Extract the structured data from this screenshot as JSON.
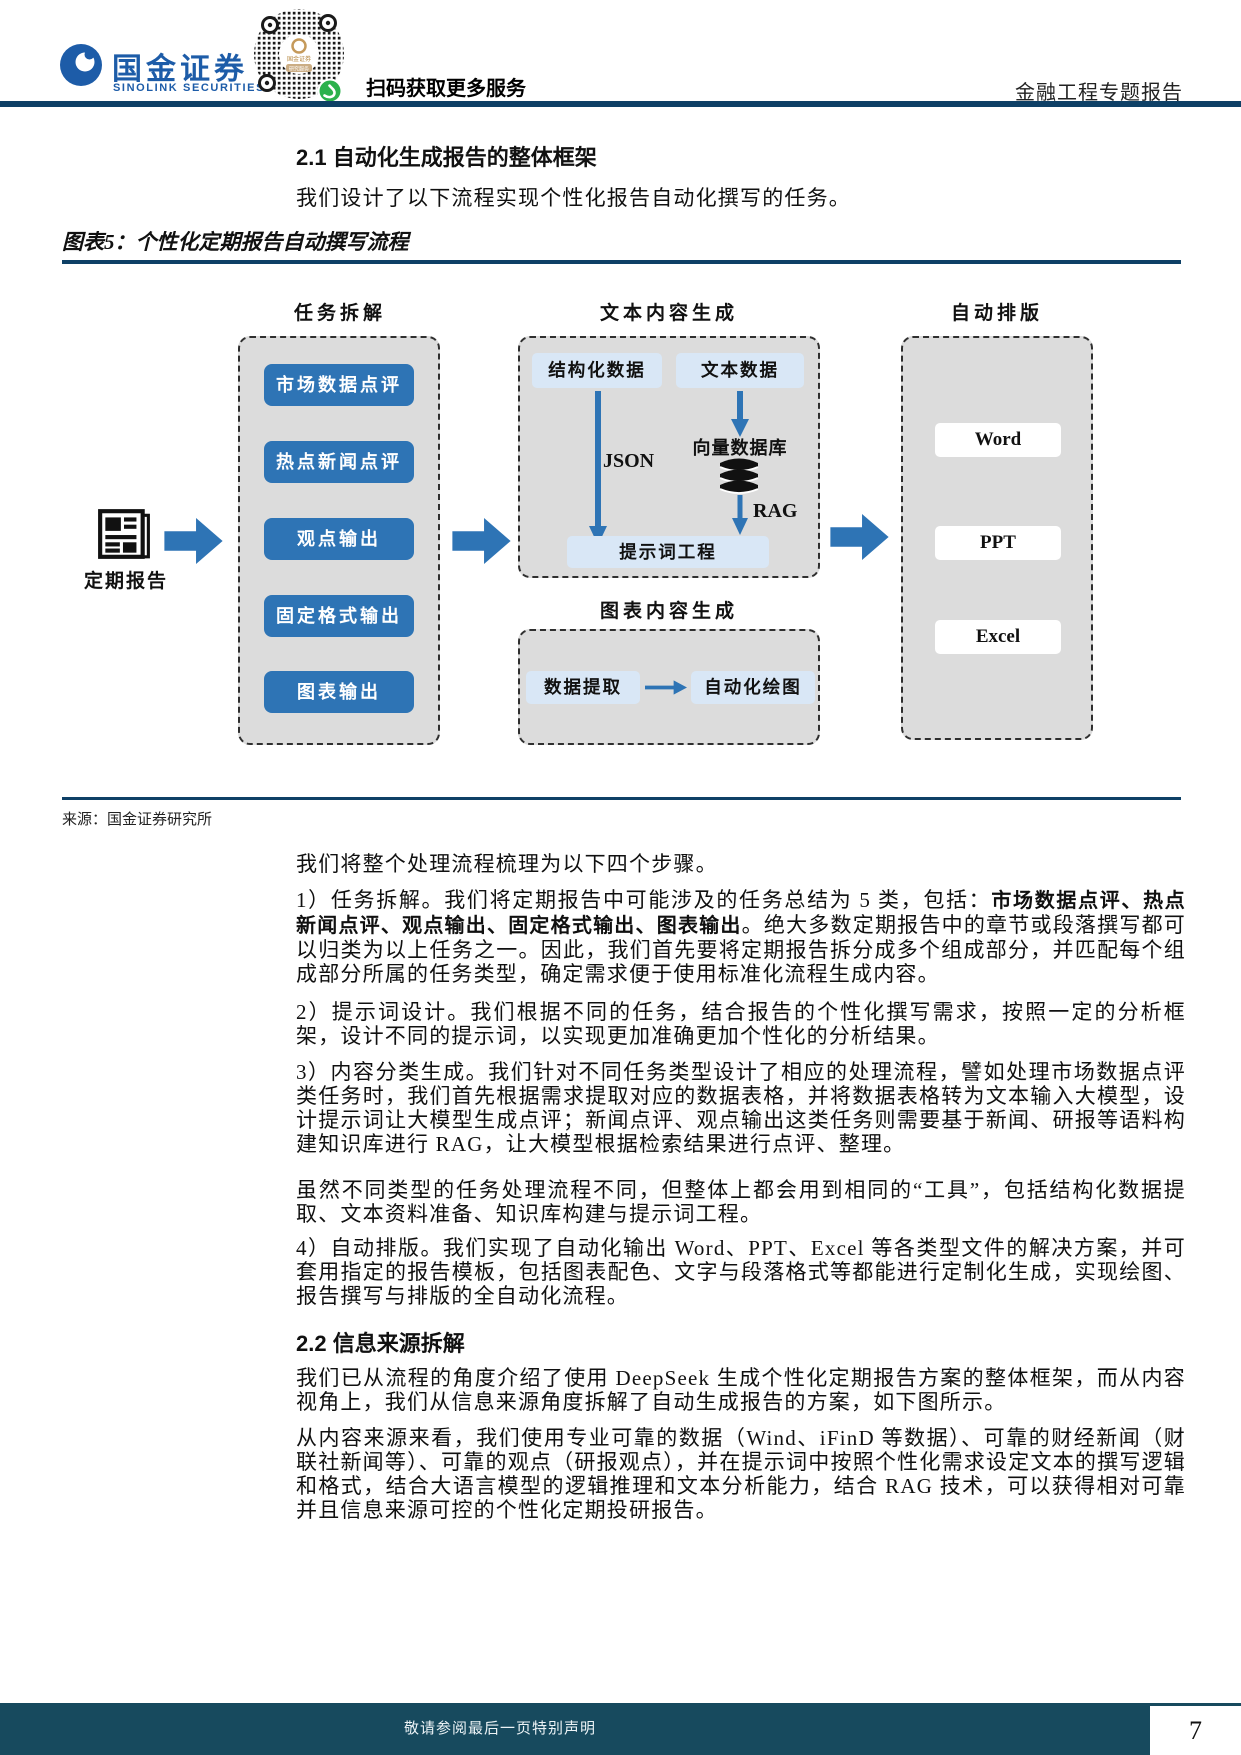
{
  "header": {
    "brand_cn": "国金证券",
    "brand_en": "SINOLINK SECURITIES",
    "scan_text": "扫码获取更多服务",
    "report_type": "金融工程专题报告"
  },
  "sections": {
    "s21_title": "2.1 自动化生成报告的整体框架",
    "s21_intro": "我们设计了以下流程实现个性化报告自动化撰写的任务。",
    "s22_title": "2.2 信息来源拆解"
  },
  "figure": {
    "title": "图表5：个性化定期报告自动撰写流程",
    "source": "来源：国金证券研究所",
    "input_label": "定期报告",
    "columns": {
      "task": "任务拆解",
      "text_gen": "文本内容生成",
      "chart_gen": "图表内容生成",
      "layout": "自动排版"
    },
    "task_items": [
      "市场数据点评",
      "热点新闻点评",
      "观点输出",
      "固定格式输出",
      "图表输出"
    ],
    "text_gen_nodes": {
      "structured": "结构化数据",
      "text_data": "文本数据",
      "json_label": "JSON",
      "vector_db": "向量数据库",
      "rag_label": "RAG",
      "prompt": "提示词工程"
    },
    "chart_gen_nodes": {
      "extract": "数据提取",
      "draw": "自动化绘图"
    },
    "outputs": [
      "Word",
      "PPT",
      "Excel"
    ]
  },
  "body": {
    "p1": "我们将整个处理流程梳理为以下四个步骤。",
    "p2_pre": "1）任务拆解。我们将定期报告中可能涉及的任务总结为 5 类，包括：",
    "p2_bold": "市场数据点评、热点新闻点评、观点输出、固定格式输出、图表输出",
    "p2_post": "。绝大多数定期报告中的章节或段落撰写都可以归类为以上任务之一。因此，我们首先要将定期报告拆分成多个组成部分，并匹配每个组成部分所属的任务类型，确定需求便于使用标准化流程生成内容。",
    "p3": "2）提示词设计。我们根据不同的任务，结合报告的个性化撰写需求，按照一定的分析框架，设计不同的提示词，以实现更加准确更加个性化的分析结果。",
    "p4": "3）内容分类生成。我们针对不同任务类型设计了相应的处理流程，譬如处理市场数据点评类任务时，我们首先根据需求提取对应的数据表格，并将数据表格转为文本输入大模型，设计提示词让大模型生成点评；新闻点评、观点输出这类任务则需要基于新闻、研报等语料构建知识库进行 RAG，让大模型根据检索结果进行点评、整理。",
    "p5": "虽然不同类型的任务处理流程不同，但整体上都会用到相同的“工具”，包括结构化数据提取、文本资料准备、知识库构建与提示词工程。",
    "p6": "4）自动排版。我们实现了自动化输出 Word、PPT、Excel 等各类型文件的解决方案，并可套用指定的报告模板，包括图表配色、文字与段落格式等都能进行定制化生成，实现绘图、报告撰写与排版的全自动化流程。",
    "p7": "我们已从流程的角度介绍了使用 DeepSeek 生成个性化定期报告方案的整体框架，而从内容视角上，我们从信息来源角度拆解了自动生成报告的方案，如下图所示。",
    "p8": "从内容来源来看，我们使用专业可靠的数据（Wind、iFinD 等数据）、可靠的财经新闻（财联社新闻等）、可靠的观点（研报观点），并在提示词中按照个性化需求设定文本的撰写逻辑和格式，结合大语言模型的逻辑推理和文本分析能力，结合 RAG 技术，可以获得相对可靠并且信息来源可控的个性化定期投研报告。"
  },
  "footer": {
    "disclaimer": "敬请参阅最后一页特别声明",
    "page_number": "7"
  },
  "colors": {
    "accent_blue": "#2E74B5",
    "navy_rule": "#0E4066",
    "footer_bar": "#174A5E",
    "light_blue_node": "#D9E7F6",
    "panel_gray": "#DCDCDC",
    "brand_blue": "#1D5CA8",
    "wechat_green": "#2BB14C"
  }
}
